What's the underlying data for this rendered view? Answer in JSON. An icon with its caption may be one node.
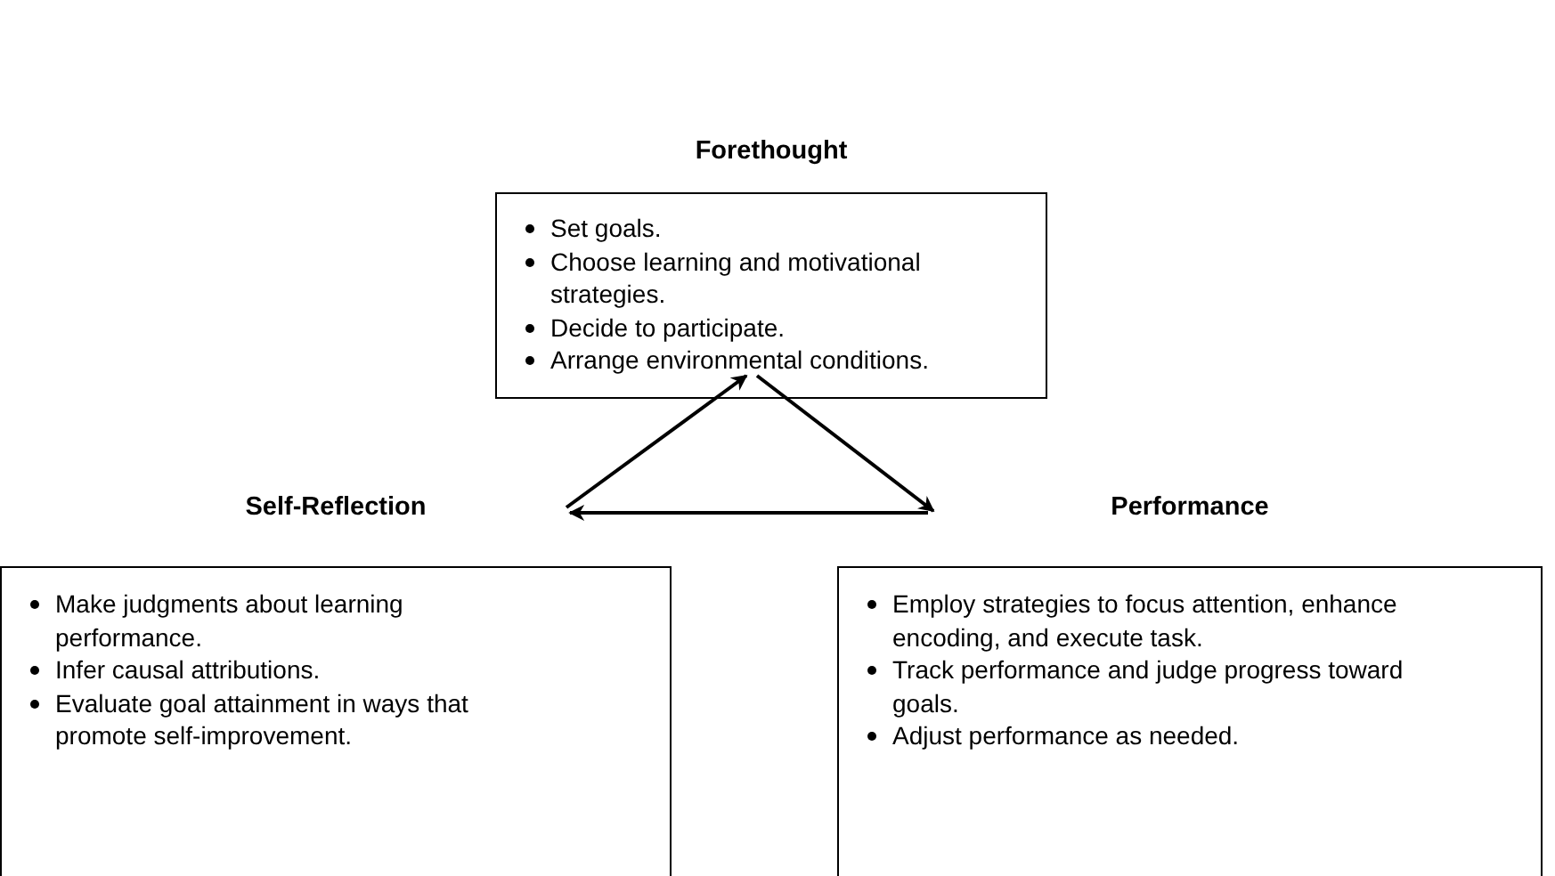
{
  "diagram": {
    "nodes": [
      {
        "text": [
          "Forethought",
          "Set goals.",
          "Choose learning and motivational strategies.",
          "Decide to participate.",
          "Arrange environmental conditions."
        ]
      },
      {
        "text": [
          "Self-Reflection",
          "Make judgments about learning performance.",
          "Infer causal attributions.",
          "Evaluate goal attainment in ways that promote self-improvement."
        ]
      },
      {
        "text": [
          "Performance",
          "Employ strategies to focus attention, enhance encoding, and execute task.",
          "Track performance and judge progress toward goals.",
          "Adjust performance as needed."
        ]
      }
    ],
    "edges": [
      {
        "from": 1,
        "to": 0,
        "arrow": "to"
      },
      {
        "from": 0,
        "to": 2,
        "arrow": "to"
      },
      {
        "from": 2,
        "to": 1,
        "arrow": "to"
      }
    ]
  }
}
